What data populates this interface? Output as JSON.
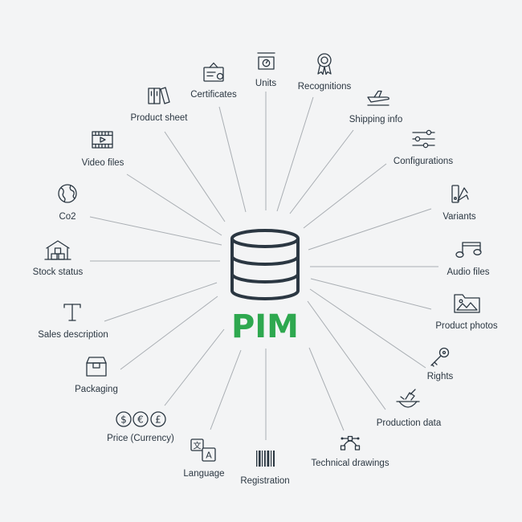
{
  "center": {
    "title": "PIM",
    "color": "#2ea84f",
    "icon": "database-icon"
  },
  "items": [
    {
      "id": "units",
      "label": "Units",
      "icon": "scale-icon"
    },
    {
      "id": "recognitions",
      "label": "Recognitions",
      "icon": "award-icon"
    },
    {
      "id": "shipping-info",
      "label": "Shipping info",
      "icon": "airplane-icon"
    },
    {
      "id": "configurations",
      "label": "Configurations",
      "icon": "sliders-icon"
    },
    {
      "id": "variants",
      "label": "Variants",
      "icon": "color-swatch-icon"
    },
    {
      "id": "audio-files",
      "label": "Audio files",
      "icon": "music-note-icon"
    },
    {
      "id": "product-photos",
      "label": "Product photos",
      "icon": "photo-folder-icon"
    },
    {
      "id": "rights",
      "label": "Rights",
      "icon": "key-icon"
    },
    {
      "id": "production-data",
      "label": "Production data",
      "icon": "production-icon"
    },
    {
      "id": "technical-drawings",
      "label": "Technical drawings",
      "icon": "bezier-icon"
    },
    {
      "id": "registration",
      "label": "Registration",
      "icon": "barcode-icon"
    },
    {
      "id": "language",
      "label": "Language",
      "icon": "translate-icon"
    },
    {
      "id": "price-currency",
      "label": "Price (Currency)",
      "icon": "currency-icon"
    },
    {
      "id": "packaging",
      "label": "Packaging",
      "icon": "box-icon"
    },
    {
      "id": "sales-description",
      "label": "Sales description",
      "icon": "text-icon"
    },
    {
      "id": "stock-status",
      "label": "Stock status",
      "icon": "warehouse-icon"
    },
    {
      "id": "co2",
      "label": "Co2",
      "icon": "globe-icon"
    },
    {
      "id": "video-files",
      "label": "Video files",
      "icon": "film-icon"
    },
    {
      "id": "product-sheet",
      "label": "Product sheet",
      "icon": "binders-icon"
    },
    {
      "id": "certificates",
      "label": "Certificates",
      "icon": "certificate-icon"
    }
  ]
}
